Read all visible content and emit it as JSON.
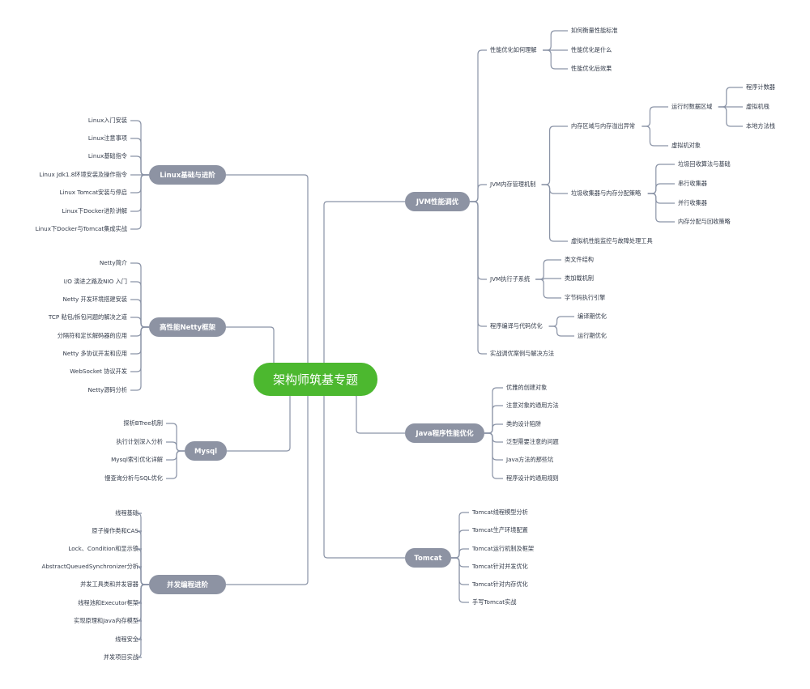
{
  "root": "架构师筑基专题",
  "right": [
    {
      "label": "JVM性能调优",
      "children": [
        {
          "label": "性能优化如何理解",
          "children": [
            {
              "label": "如何衡量性能标准"
            },
            {
              "label": "性能优化是什么"
            },
            {
              "label": "性能优化后效果"
            }
          ]
        },
        {
          "label": "JVM内存管理机制",
          "children": [
            {
              "label": "内存区域与内存溢出异常",
              "children": [
                {
                  "label": "运行时数据区域",
                  "children": [
                    {
                      "label": "程序计数器"
                    },
                    {
                      "label": "虚拟机栈"
                    },
                    {
                      "label": "本地方法栈"
                    }
                  ]
                },
                {
                  "label": "虚拟机对象"
                }
              ]
            },
            {
              "label": "垃圾收集器与内存分配策略",
              "children": [
                {
                  "label": "垃圾回收算法与基础"
                },
                {
                  "label": "串行收集器"
                },
                {
                  "label": "并行收集器"
                },
                {
                  "label": "内存分配与回收策略"
                }
              ]
            },
            {
              "label": "虚拟机性能监控与故障处理工具"
            }
          ]
        },
        {
          "label": "JVM执行子系统",
          "children": [
            {
              "label": "类文件结构"
            },
            {
              "label": "类加载机制"
            },
            {
              "label": "字节码执行引擎"
            }
          ]
        },
        {
          "label": "程序编译与代码优化",
          "children": [
            {
              "label": "编译期优化"
            },
            {
              "label": "运行期优化"
            }
          ]
        },
        {
          "label": "实战调优案例与解决方法"
        }
      ]
    },
    {
      "label": "Java程序性能优化",
      "children": [
        {
          "label": "优雅的创建对象"
        },
        {
          "label": "注意对象的通用方法"
        },
        {
          "label": "类的设计陷阱"
        },
        {
          "label": "泛型需要注意的问题"
        },
        {
          "label": "Java方法的那些坑"
        },
        {
          "label": "程序设计的通用规则"
        }
      ]
    },
    {
      "label": "Tomcat",
      "children": [
        {
          "label": "Tomcat线程模型分析"
        },
        {
          "label": "Tomcat生产环境配置"
        },
        {
          "label": "Tomcat运行机制及框架"
        },
        {
          "label": "Tomcat针对并发优化"
        },
        {
          "label": "Tomcat针对内存优化"
        },
        {
          "label": "手写Tomcat实战"
        }
      ]
    }
  ],
  "left": [
    {
      "label": "Linux基础与进阶",
      "children": [
        {
          "label": "Linux入门安装"
        },
        {
          "label": "Linux注意事项"
        },
        {
          "label": "Linux基础指令"
        },
        {
          "label": "Linux Jdk1.8环境安装及操作指令"
        },
        {
          "label": "Linux Tomcat安装与停启"
        },
        {
          "label": "Linux下Docker进阶讲解"
        },
        {
          "label": "Linux下Docker与Tomcat集成实战"
        }
      ]
    },
    {
      "label": "高性能Netty框架",
      "children": [
        {
          "label": "Netty简介"
        },
        {
          "label": "I/O 演进之路及NIO 入门"
        },
        {
          "label": "Netty 开发环境搭建安装"
        },
        {
          "label": "TCP 粘包/拆包问题的解决之道"
        },
        {
          "label": "分隔符和定长解码器的应用"
        },
        {
          "label": "Netty 多协议开发和应用"
        },
        {
          "label": "WebSocket 协议开发"
        },
        {
          "label": "Netty源码分析"
        }
      ]
    },
    {
      "label": "Mysql",
      "children": [
        {
          "label": "探析BTree机制"
        },
        {
          "label": "执行计划深入分析"
        },
        {
          "label": "Mysql索引优化详解"
        },
        {
          "label": "慢查询分析与SQL优化"
        }
      ]
    },
    {
      "label": "并发编程进阶",
      "children": [
        {
          "label": "线程基础"
        },
        {
          "label": "原子操作类和CAS"
        },
        {
          "label": "Lock、Condition和显示锁"
        },
        {
          "label": "AbstractQueuedSynchronizer分析"
        },
        {
          "label": "并发工具类和并发容器"
        },
        {
          "label": "线程池和Executor框架"
        },
        {
          "label": "实现原理和Java内存模型"
        },
        {
          "label": "线程安全"
        },
        {
          "label": "并发项目实战"
        }
      ]
    }
  ],
  "colors": {
    "root": "#4cb82f",
    "branch": "#8d93a3",
    "line": "#8a93a6",
    "text": "#333b4a"
  }
}
